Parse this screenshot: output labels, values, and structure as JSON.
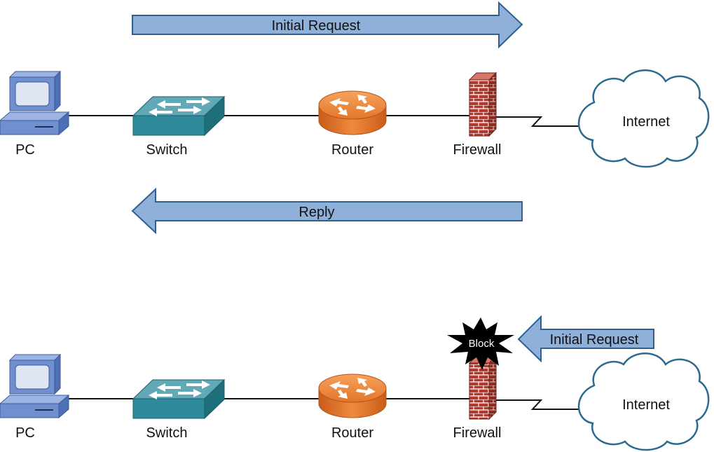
{
  "labels": {
    "pc": "PC",
    "switch": "Switch",
    "router": "Router",
    "firewall": "Firewall",
    "internet": "Internet"
  },
  "top": {
    "request_arrow": "Initial Request",
    "reply_arrow": "Reply"
  },
  "bottom": {
    "request_arrow": "Initial Request",
    "block": "Block"
  },
  "colors": {
    "arrow_fill": "#8fb0d9",
    "arrow_stroke": "#2f5f8f",
    "switch": "#2e8a9a",
    "router": "#e8843a",
    "firewall": "#b5382a",
    "pc": "#6f8fcf",
    "cloud_stroke": "#2b6a8f"
  },
  "icons": {
    "pc": "pc-icon",
    "switch": "switch-icon",
    "router": "router-icon",
    "firewall": "firewall-icon",
    "cloud": "cloud-icon",
    "block": "starburst-icon"
  }
}
